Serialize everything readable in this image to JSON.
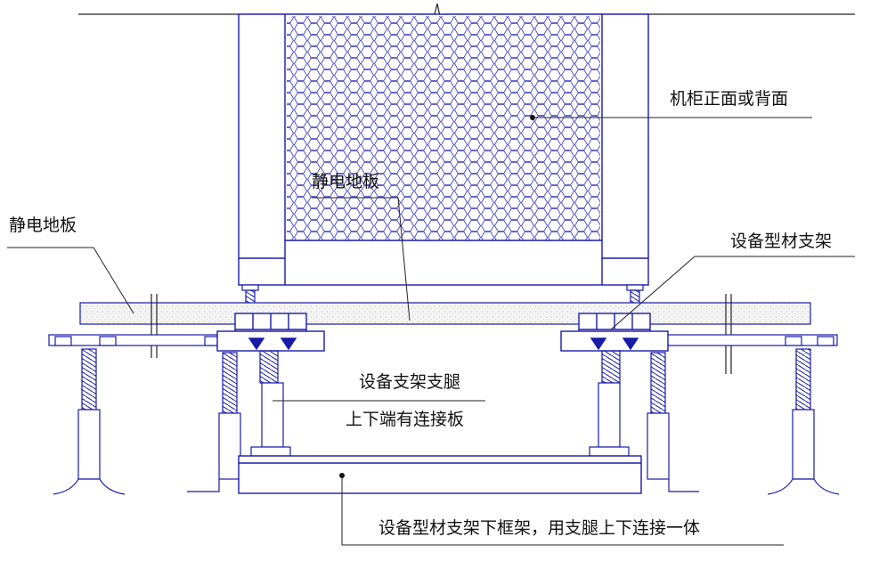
{
  "labels": {
    "cabinet_face": "机柜正面或背面",
    "floor_center": "静电地板",
    "floor_left": "静电地板",
    "profile_bracket": "设备型材支架",
    "leg_line1": "设备支架支腿",
    "leg_line2": "上下端有连接板",
    "bottom_frame": "设备型材支架下框架，用支腿上下连接一体"
  },
  "colors": {
    "line": "#1a1aa8",
    "leader": "#222222",
    "floor_fill": "#f2f2f2",
    "hex_mesh": "#3333bb"
  }
}
